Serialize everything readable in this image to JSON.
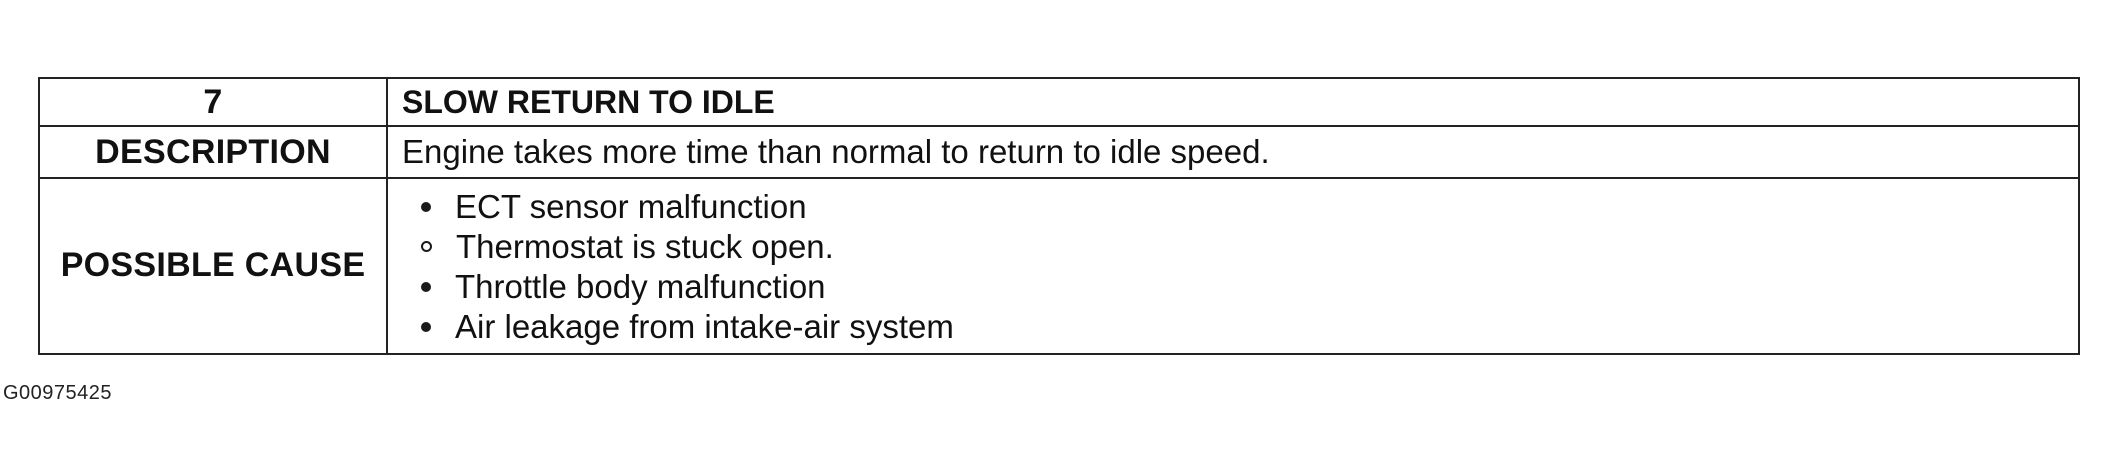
{
  "table": {
    "number": "7",
    "title": "SLOW RETURN TO IDLE",
    "description_label": "DESCRIPTION",
    "description_text": "Engine takes more time than normal to return to idle speed.",
    "cause_label": "POSSIBLE CAUSE",
    "causes": [
      "ECT sensor malfunction",
      "Thermostat is stuck open.",
      "Throttle body malfunction",
      "Air leakage from intake-air system"
    ]
  },
  "figure_id": "G00975425"
}
